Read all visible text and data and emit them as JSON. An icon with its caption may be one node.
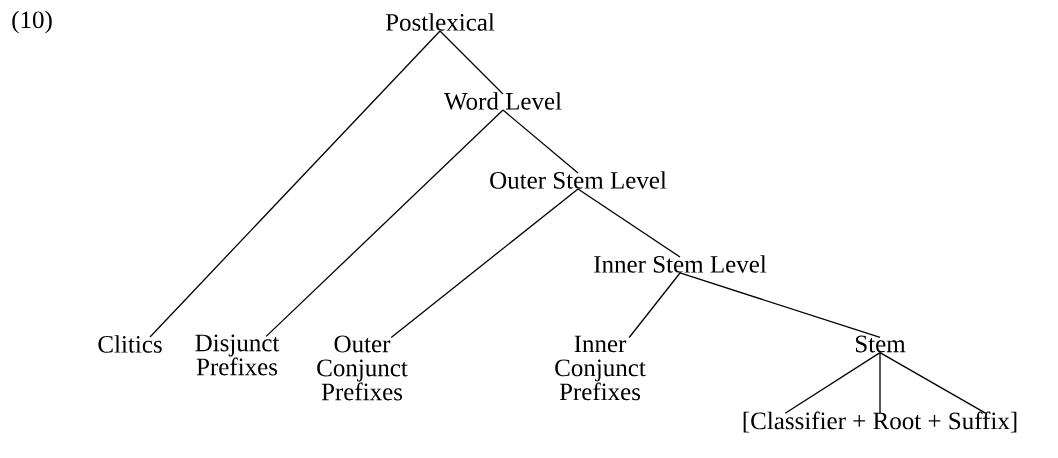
{
  "diagram": {
    "nodes": [
      {
        "text": [
          "Postlexical"
        ]
      },
      {
        "text": [
          "Word Level"
        ]
      },
      {
        "text": [
          "Outer Stem Level"
        ]
      },
      {
        "text": [
          "Inner Stem Level"
        ]
      },
      {
        "text": [
          "Clitics"
        ]
      },
      {
        "text": [
          "Disjunct Prefixes"
        ]
      },
      {
        "text": [
          "Outer Conjunct Prefixes"
        ]
      },
      {
        "text": [
          "Inner Conjunct Prefixes"
        ]
      },
      {
        "text": [
          "Stem"
        ]
      },
      {
        "text": [
          "[Classifier + Root + Suffix]"
        ]
      }
    ],
    "edges": [
      {
        "from": 0,
        "to": 4,
        "arrow": "none"
      },
      {
        "from": 0,
        "to": 1,
        "arrow": "none"
      },
      {
        "from": 1,
        "to": 5,
        "arrow": "none"
      },
      {
        "from": 1,
        "to": 2,
        "arrow": "none"
      },
      {
        "from": 2,
        "to": 6,
        "arrow": "none"
      },
      {
        "from": 2,
        "to": 3,
        "arrow": "none"
      },
      {
        "from": 3,
        "to": 7,
        "arrow": "none"
      },
      {
        "from": 3,
        "to": 8,
        "arrow": "none"
      },
      {
        "from": 8,
        "to": 9,
        "arrow": "none"
      },
      {
        "from": 8,
        "to": 9,
        "arrow": "none"
      },
      {
        "from": 8,
        "to": 9,
        "arrow": "none"
      }
    ],
    "labels": [
      "(10)"
    ]
  }
}
